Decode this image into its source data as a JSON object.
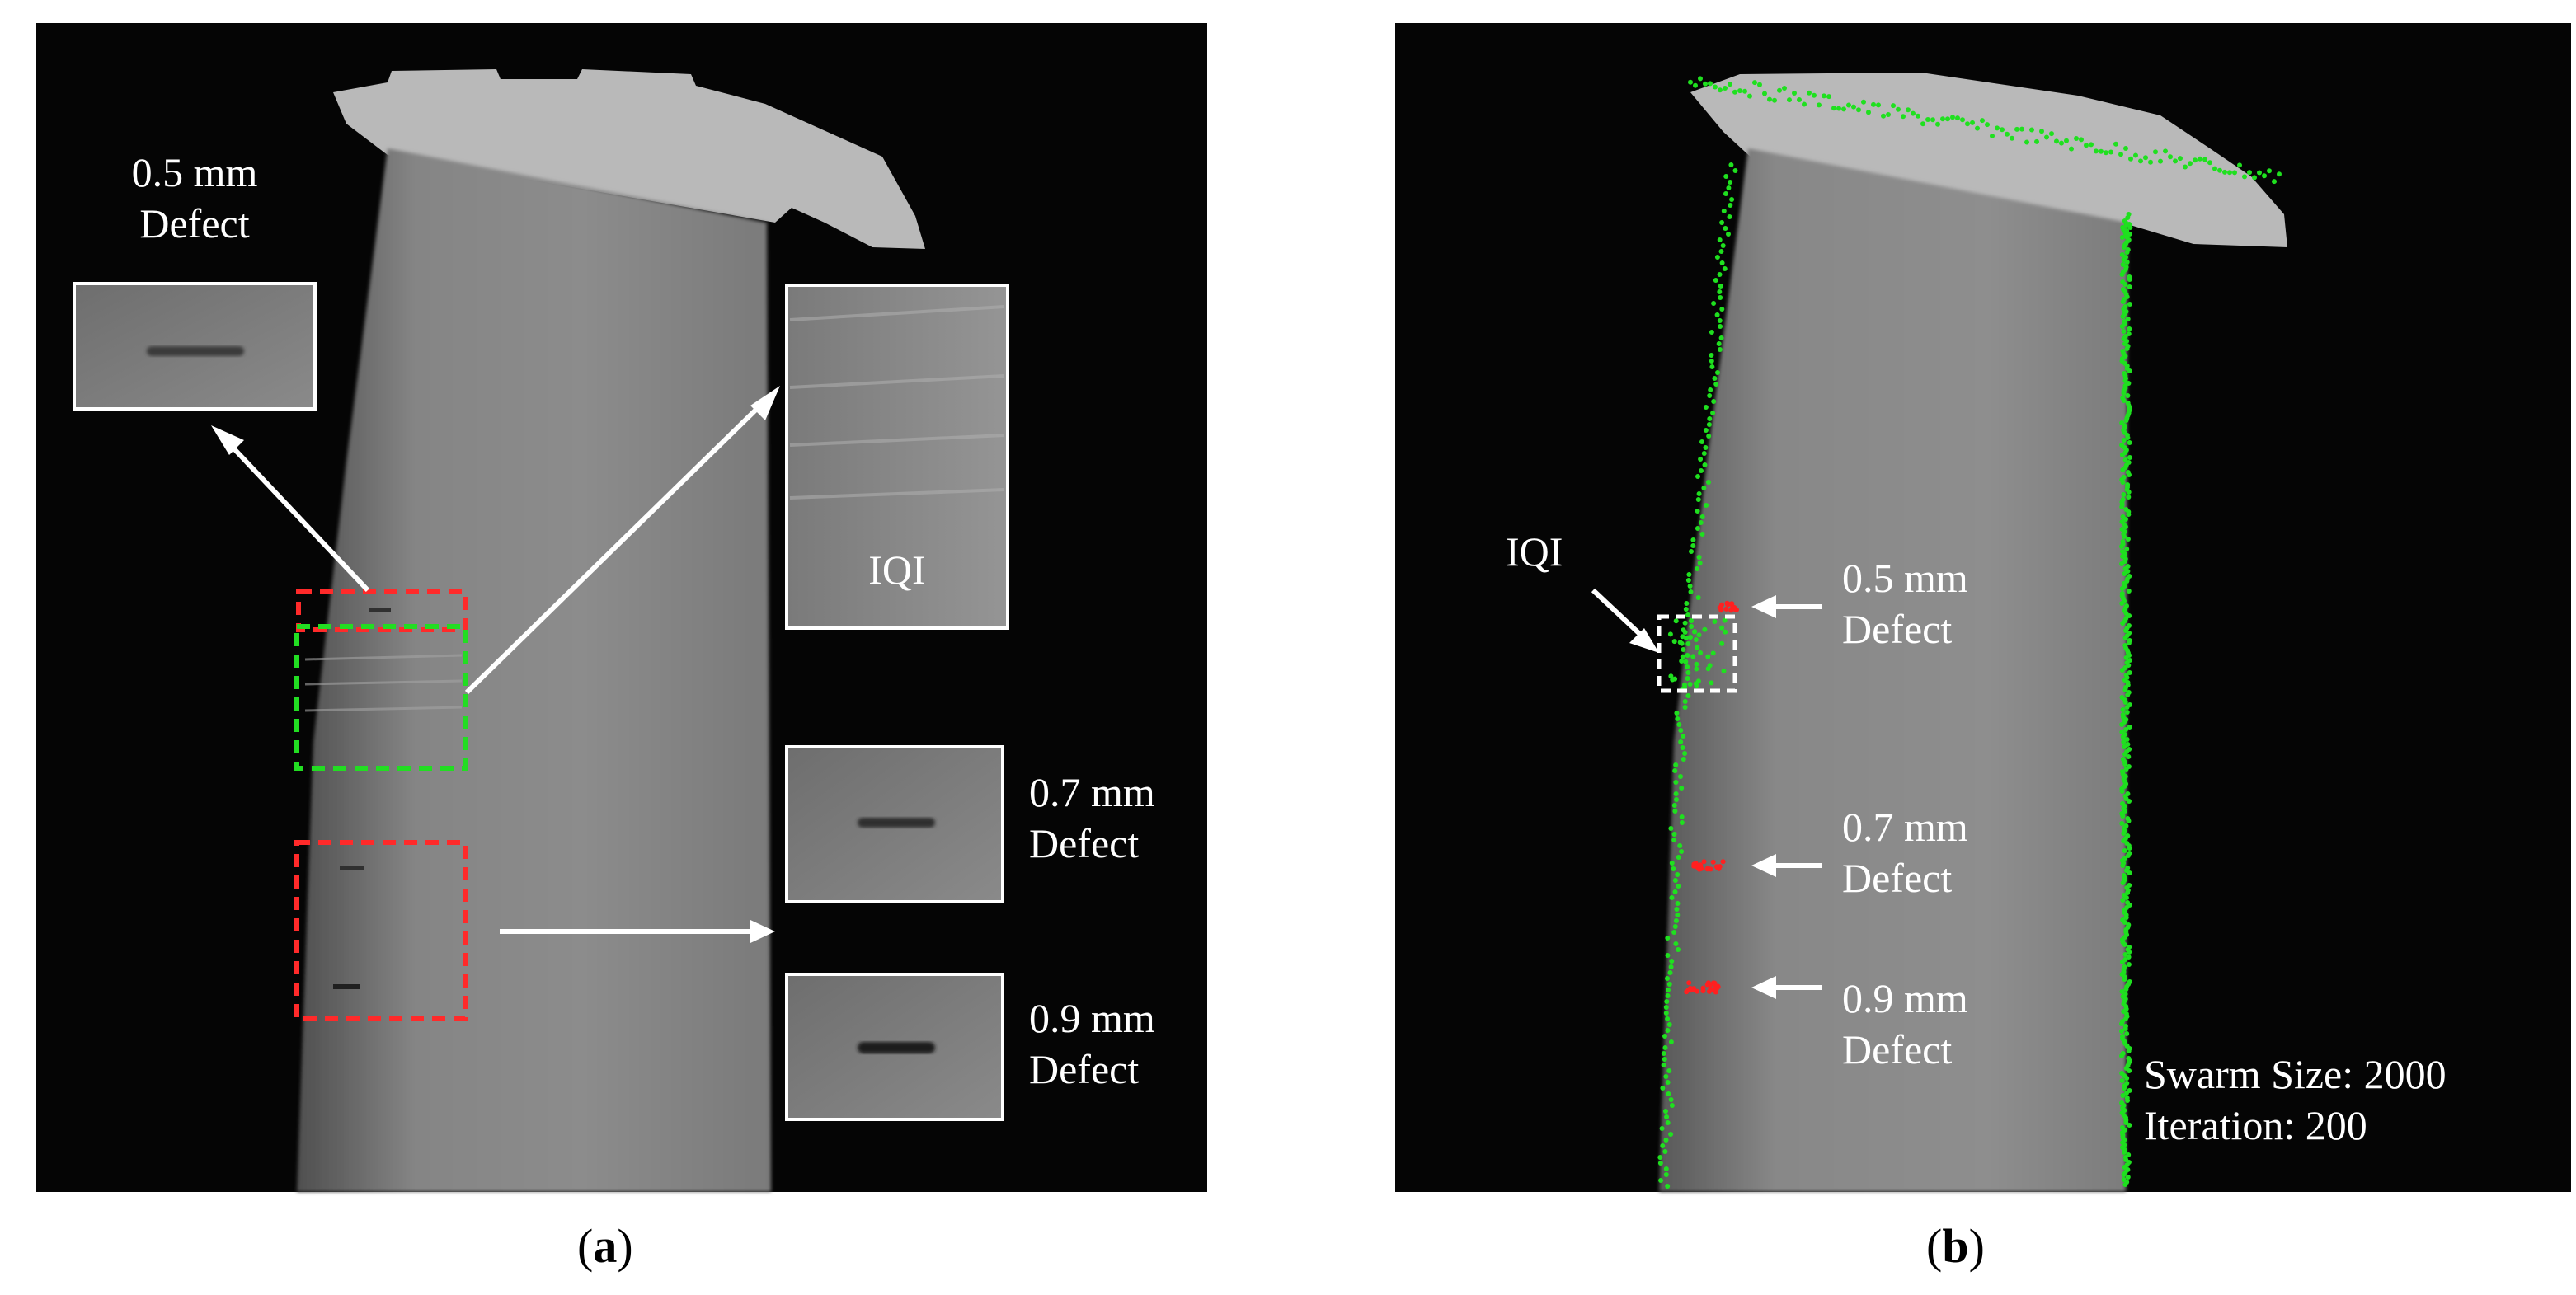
{
  "panel_a": {
    "caption_open": "(",
    "caption_letter": "a",
    "caption_close": ")",
    "defect_05": {
      "line1": "0.5 mm",
      "line2": "Defect"
    },
    "iqi": "IQI",
    "defect_07": {
      "line1": "0.7 mm",
      "line2": "Defect"
    },
    "defect_09": {
      "line1": "0.9 mm",
      "line2": "Defect"
    }
  },
  "panel_b": {
    "caption_open": "(",
    "caption_letter": "b",
    "caption_close": ")",
    "iqi": "IQI",
    "defect_05": {
      "line1": "0.5 mm",
      "line2": "Defect"
    },
    "defect_07": {
      "line1": "0.7 mm",
      "line2": "Defect"
    },
    "defect_09": {
      "line1": "0.9 mm",
      "line2": "Defect"
    },
    "swarm_size": "Swarm Size: 2000",
    "iteration": "Iteration: 200"
  },
  "colors": {
    "background": "#050505",
    "blade": "#8a8a8a",
    "defect_box": "#ff2a2a",
    "iqi_box": "#22dd22",
    "edge_points": "#1fe01f",
    "defect_points": "#ff2020",
    "annotation": "#ffffff"
  }
}
